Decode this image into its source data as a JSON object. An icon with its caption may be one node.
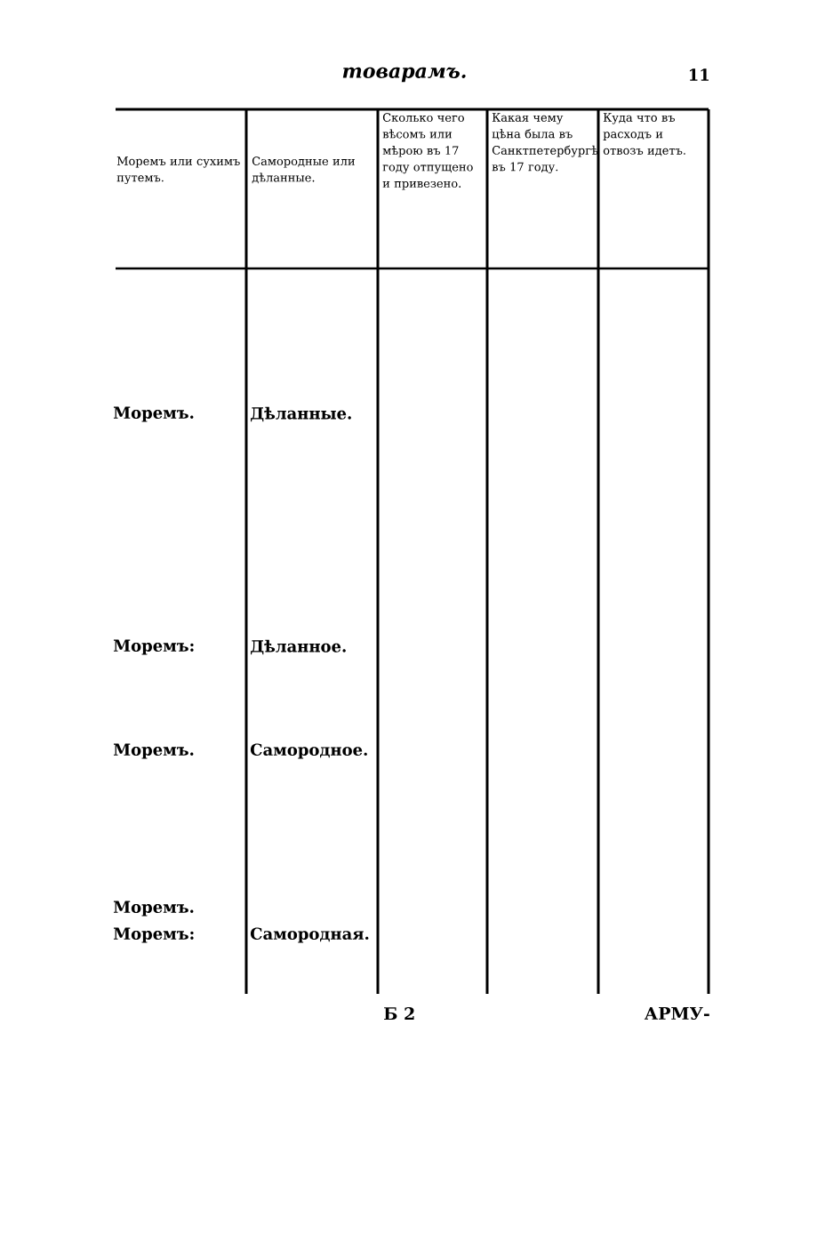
{
  "diagram": {
    "title": "товарамъ.",
    "labels": [
      "11",
      "Моремъ или сухимъ путемъ.",
      "Самородные или дѣланные.",
      "Сколько чего вѣсомъ или мѣрою въ 17 году отпущено и привезено.",
      "Какая чему цѣна была въ Санктпетербургѣ въ 17 году.",
      "Куда что въ расходъ и отвозъ идетъ.",
      "Моремъ.",
      "Дѣланные.",
      "Моремъ:",
      "Дѣланное.",
      "Моремъ.",
      "Самородное.",
      "Моремъ.",
      "Моремъ:",
      "Самородная.",
      "Б 2",
      "АРМУ-"
    ]
  }
}
